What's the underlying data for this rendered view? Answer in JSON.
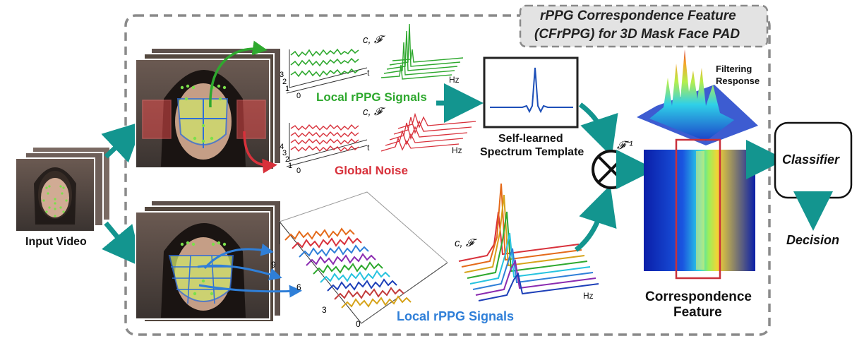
{
  "title_box": {
    "line1": "rPPG Correspondence Feature",
    "line2": "(CFrPPG) for 3D Mask Face PAD"
  },
  "labels": {
    "input_video": "Input Video",
    "local_rppg_top": "Local rPPG Signals",
    "global_noise": "Global Noise",
    "local_rppg_bottom": "Local rPPG Signals",
    "self_learned_1": "Self-learned",
    "self_learned_2": "Spectrum Template",
    "filtering_1": "Filtering",
    "filtering_2": "Response",
    "correspondence_1": "Correspondence",
    "correspondence_2": "Feature",
    "classifier": "Classifier",
    "decision": "Decision",
    "inverse_f": "𝓕⁻¹",
    "cf_top": "c, 𝓕",
    "cf_mid": "c, 𝓕",
    "cf_bottom": "c, 𝓕",
    "hz": "Hz",
    "t": "t"
  },
  "axis_ticks": {
    "green_panel": [
      "3",
      "2",
      "1",
      "0"
    ],
    "red_panel": [
      "4",
      "3",
      "2",
      "1",
      "0"
    ],
    "blue_panel": [
      "9",
      "6",
      "3",
      "0"
    ]
  },
  "colors": {
    "teal_arrow": "#13958f",
    "green": "#2ea82e",
    "red": "#d8313b",
    "blue": "#2f7fd8",
    "dashed_border": "#8a8a8a"
  }
}
